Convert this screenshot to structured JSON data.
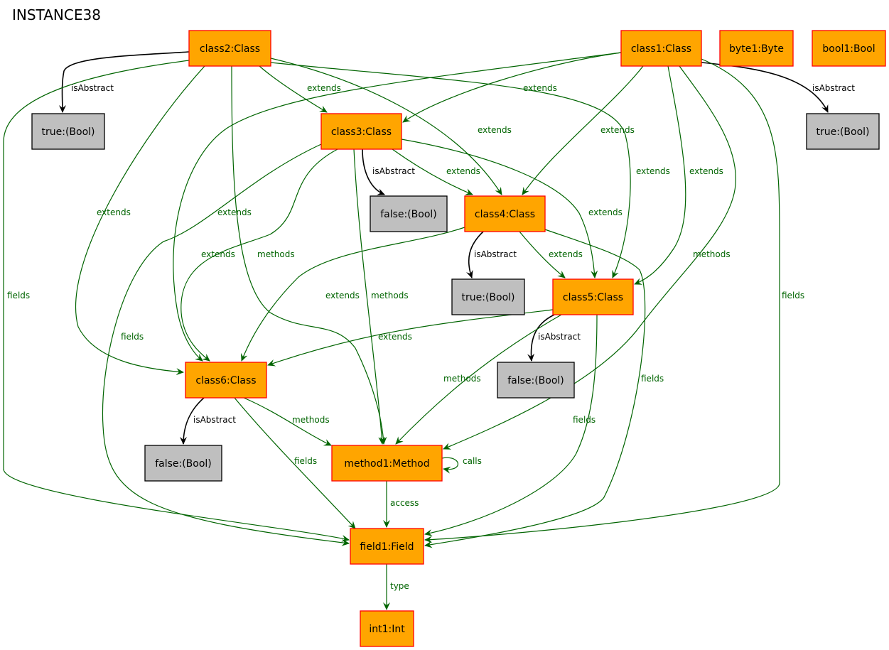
{
  "title": "INSTANCE38",
  "colors": {
    "object_fill": "#ffa500",
    "object_stroke": "#ff0000",
    "value_fill": "#bfbfbf",
    "value_stroke": "#000000",
    "ref_edge": "#006400",
    "attr_edge": "#000000"
  },
  "nodes": [
    {
      "id": "class2",
      "label": "class2:Class",
      "kind": "object"
    },
    {
      "id": "class1",
      "label": "class1:Class",
      "kind": "object"
    },
    {
      "id": "byte1",
      "label": "byte1:Byte",
      "kind": "object"
    },
    {
      "id": "bool1",
      "label": "bool1:Bool",
      "kind": "object"
    },
    {
      "id": "true_c2",
      "label": "true:(Bool)",
      "kind": "value"
    },
    {
      "id": "class3",
      "label": "class3:Class",
      "kind": "object"
    },
    {
      "id": "true_c1",
      "label": "true:(Bool)",
      "kind": "value"
    },
    {
      "id": "false_c3",
      "label": "false:(Bool)",
      "kind": "value"
    },
    {
      "id": "class4",
      "label": "class4:Class",
      "kind": "object"
    },
    {
      "id": "true_c4",
      "label": "true:(Bool)",
      "kind": "value"
    },
    {
      "id": "class5",
      "label": "class5:Class",
      "kind": "object"
    },
    {
      "id": "false_c5",
      "label": "false:(Bool)",
      "kind": "value"
    },
    {
      "id": "class6",
      "label": "class6:Class",
      "kind": "object"
    },
    {
      "id": "false_c6",
      "label": "false:(Bool)",
      "kind": "value"
    },
    {
      "id": "method1",
      "label": "method1:Method",
      "kind": "object"
    },
    {
      "id": "field1",
      "label": "field1:Field",
      "kind": "object"
    },
    {
      "id": "int1",
      "label": "int1:Int",
      "kind": "object"
    }
  ],
  "edges": [
    {
      "id": "e1",
      "from": "class2",
      "to": "true_c2",
      "label": "isAbstract",
      "kind": "attr"
    },
    {
      "id": "e2",
      "from": "class2",
      "to": "class3",
      "label": "extends",
      "kind": "ref"
    },
    {
      "id": "e3",
      "from": "class2",
      "to": "class4",
      "label": "extends",
      "kind": "ref"
    },
    {
      "id": "e4",
      "from": "class2",
      "to": "class5",
      "label": "extends",
      "kind": "ref"
    },
    {
      "id": "e5",
      "from": "class2",
      "to": "class6",
      "label": "extends",
      "kind": "ref"
    },
    {
      "id": "e6",
      "from": "class2",
      "to": "method1",
      "label": "methods",
      "kind": "ref"
    },
    {
      "id": "e7",
      "from": "class2",
      "to": "field1",
      "label": "fields",
      "kind": "ref"
    },
    {
      "id": "e8",
      "from": "class1",
      "to": "true_c1",
      "label": "isAbstract",
      "kind": "attr"
    },
    {
      "id": "e9",
      "from": "class1",
      "to": "class3",
      "label": "extends",
      "kind": "ref"
    },
    {
      "id": "e10",
      "from": "class1",
      "to": "class4",
      "label": "extends",
      "kind": "ref"
    },
    {
      "id": "e11",
      "from": "class1",
      "to": "class5",
      "label": "extends",
      "kind": "ref"
    },
    {
      "id": "e12",
      "from": "class1",
      "to": "class6",
      "label": "extends",
      "kind": "ref"
    },
    {
      "id": "e13",
      "from": "class1",
      "to": "method1",
      "label": "methods",
      "kind": "ref"
    },
    {
      "id": "e14",
      "from": "class1",
      "to": "field1",
      "label": "fields",
      "kind": "ref"
    },
    {
      "id": "e15",
      "from": "class3",
      "to": "false_c3",
      "label": "isAbstract",
      "kind": "attr"
    },
    {
      "id": "e16",
      "from": "class3",
      "to": "class4",
      "label": "extends",
      "kind": "ref"
    },
    {
      "id": "e17",
      "from": "class3",
      "to": "class5",
      "label": "extends",
      "kind": "ref"
    },
    {
      "id": "e18",
      "from": "class3",
      "to": "class6",
      "label": "extends",
      "kind": "ref"
    },
    {
      "id": "e19",
      "from": "class3",
      "to": "method1",
      "label": "methods",
      "kind": "ref"
    },
    {
      "id": "e20",
      "from": "class3",
      "to": "field1",
      "label": "fields",
      "kind": "ref"
    },
    {
      "id": "e21",
      "from": "class4",
      "to": "true_c4",
      "label": "isAbstract",
      "kind": "attr"
    },
    {
      "id": "e22",
      "from": "class4",
      "to": "class5",
      "label": "extends",
      "kind": "ref"
    },
    {
      "id": "e23",
      "from": "class4",
      "to": "class6",
      "label": "extends",
      "kind": "ref"
    },
    {
      "id": "e24",
      "from": "class4",
      "to": "field1",
      "label": "fields",
      "kind": "ref"
    },
    {
      "id": "e25",
      "from": "class5",
      "to": "false_c5",
      "label": "isAbstract",
      "kind": "attr"
    },
    {
      "id": "e26",
      "from": "class5",
      "to": "class6",
      "label": "extends",
      "kind": "ref"
    },
    {
      "id": "e27",
      "from": "class5",
      "to": "method1",
      "label": "methods",
      "kind": "ref"
    },
    {
      "id": "e28",
      "from": "class5",
      "to": "field1",
      "label": "fields",
      "kind": "ref"
    },
    {
      "id": "e29",
      "from": "class6",
      "to": "false_c6",
      "label": "isAbstract",
      "kind": "attr"
    },
    {
      "id": "e30",
      "from": "class6",
      "to": "method1",
      "label": "methods",
      "kind": "ref"
    },
    {
      "id": "e31",
      "from": "class6",
      "to": "field1",
      "label": "fields",
      "kind": "ref"
    },
    {
      "id": "e32",
      "from": "method1",
      "to": "method1",
      "label": "calls",
      "kind": "ref"
    },
    {
      "id": "e33",
      "from": "method1",
      "to": "field1",
      "label": "access",
      "kind": "ref"
    },
    {
      "id": "e34",
      "from": "field1",
      "to": "int1",
      "label": "type",
      "kind": "ref"
    }
  ]
}
